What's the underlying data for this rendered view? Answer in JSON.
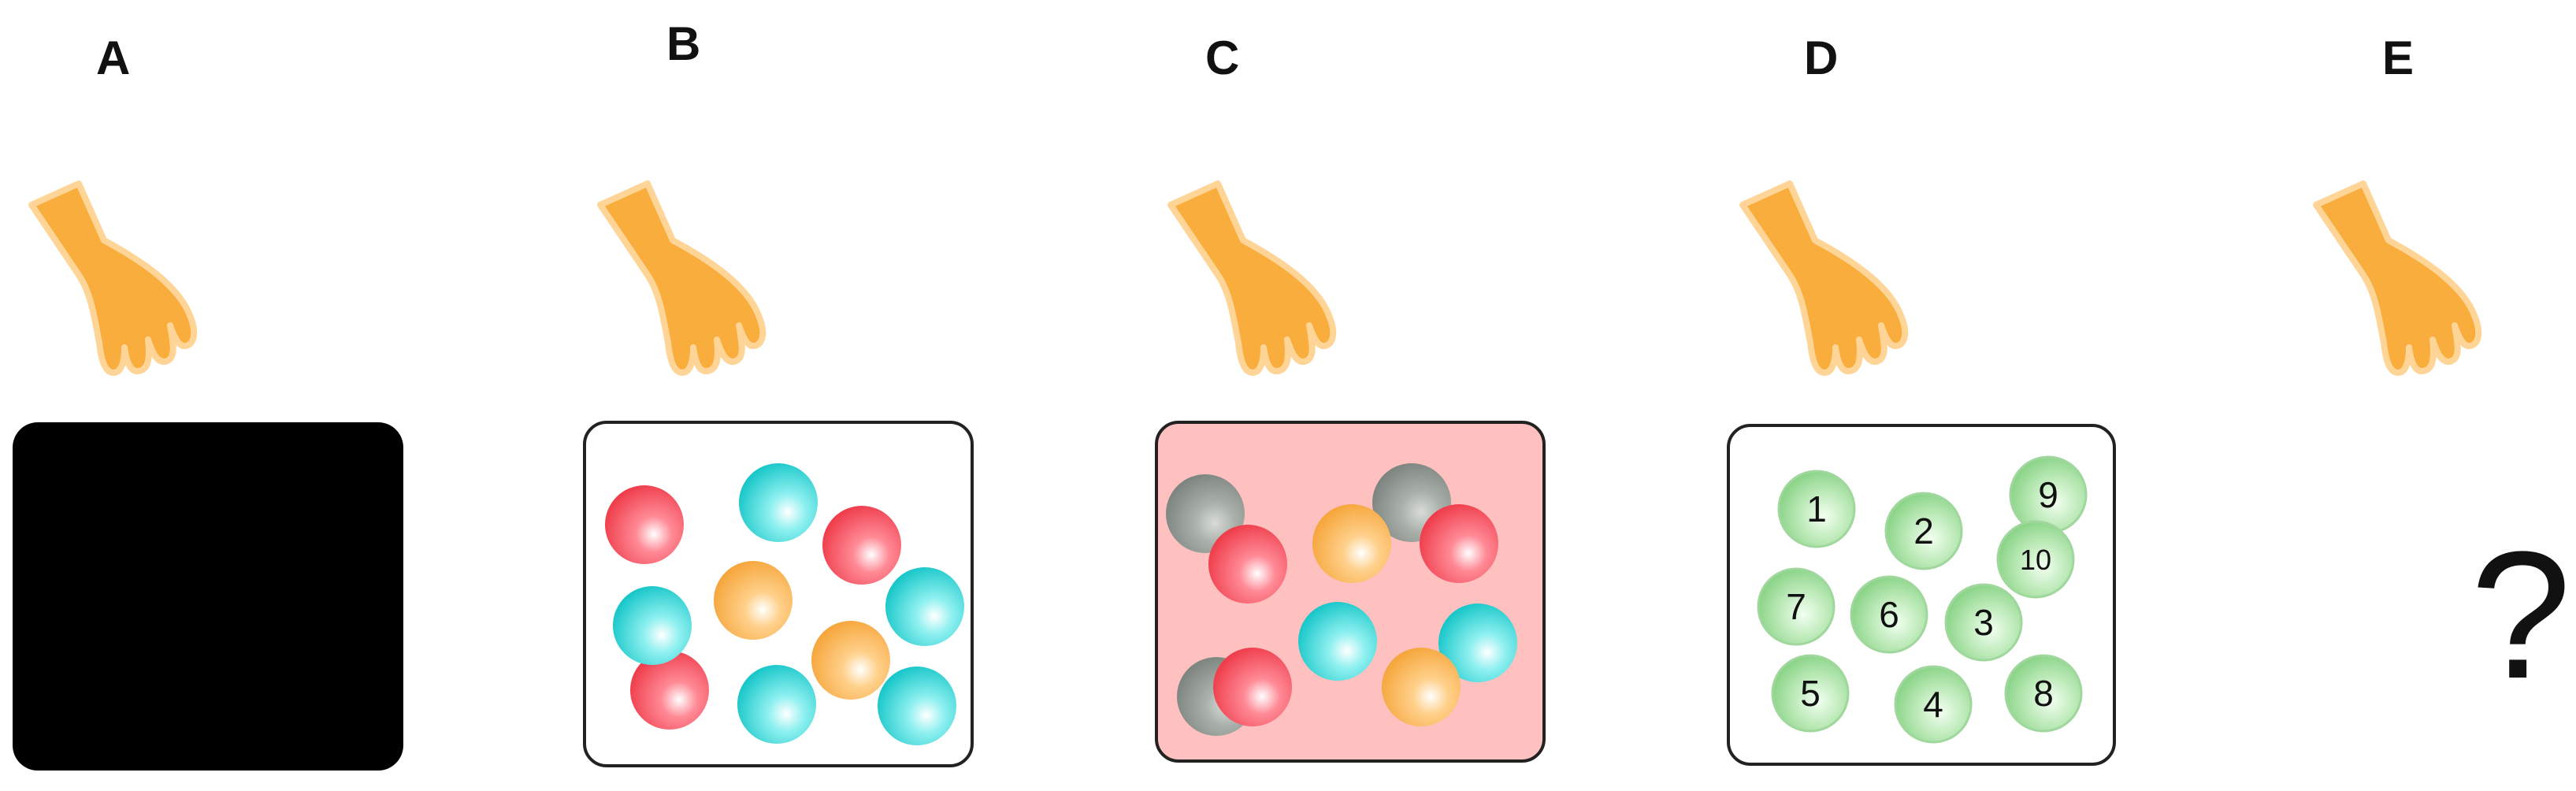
{
  "panels": [
    {
      "letter": "A",
      "box": "dark"
    },
    {
      "letter": "B",
      "box": "white",
      "balls": [
        "red",
        "cyan",
        "red",
        "cyan",
        "orange",
        "cyan",
        "red",
        "orange",
        "cyan",
        "cyan"
      ]
    },
    {
      "letter": "C",
      "box": "pink",
      "balls": [
        "gray",
        "red",
        "orange",
        "gray",
        "red",
        "cyan",
        "cyan",
        "gray",
        "red",
        "orange"
      ]
    },
    {
      "letter": "D",
      "box": "white",
      "numbers": [
        "1",
        "2",
        "9",
        "10",
        "7",
        "6",
        "3",
        "5",
        "4",
        "8"
      ]
    },
    {
      "letter": "E",
      "box": "none",
      "symbol": "?"
    }
  ],
  "icons": {
    "hand": "hand-icon"
  },
  "colors": {
    "hand": "#f8ad3c",
    "dark_box": "#000000",
    "pink_box": "#ffc0c0",
    "box_border": "#222222",
    "red_ball": "#ef3d4b",
    "cyan_ball": "#19c7c9",
    "orange_ball": "#f6a63c",
    "gray_ball": "#8e9590",
    "green_ball": "#7ccd7a"
  }
}
